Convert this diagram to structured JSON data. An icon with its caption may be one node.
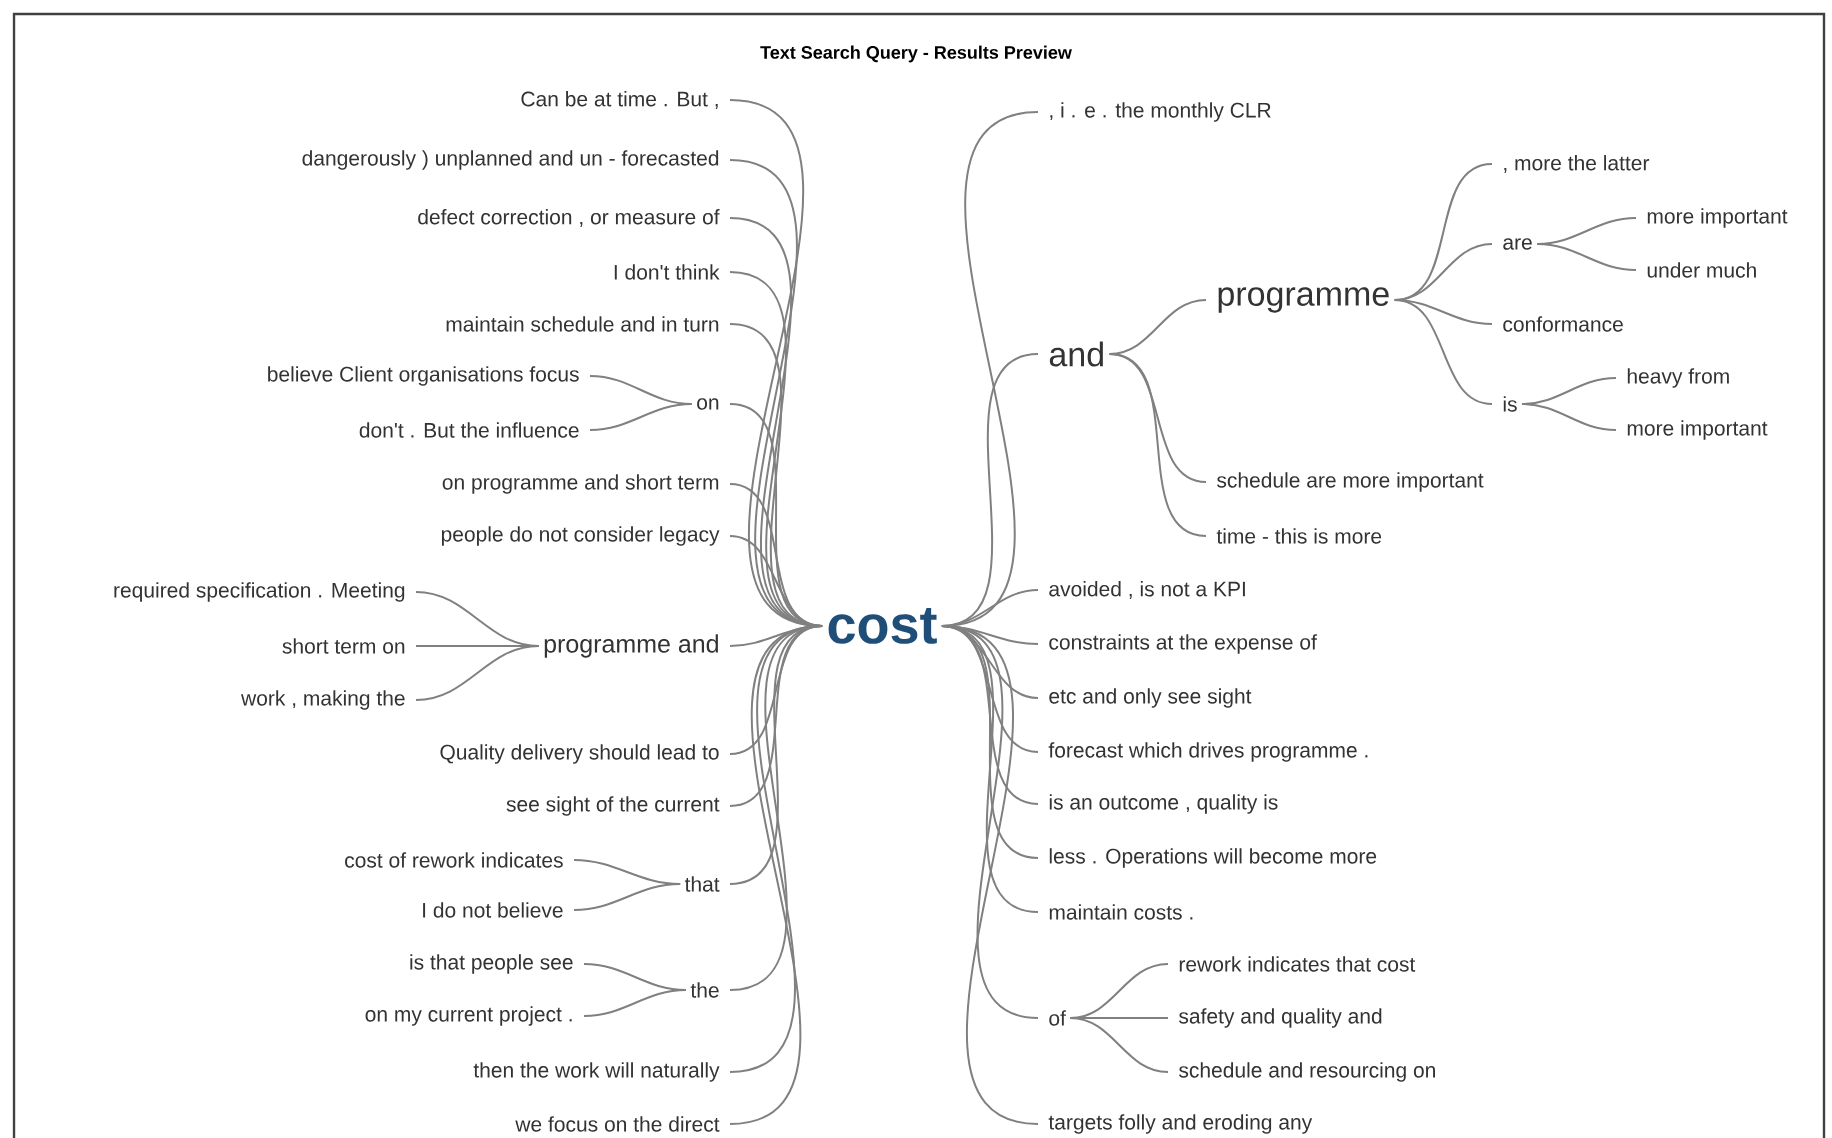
{
  "diagram": {
    "title": "Text Search Query - Results Preview",
    "nodes": [
      {
        "text": [
          "Can be at time . But ,"
        ]
      },
      {
        "text": [
          "dangerously ) unplanned and un - forecasted"
        ]
      },
      {
        "text": [
          "defect correction , or measure of"
        ]
      },
      {
        "text": [
          "I don't think"
        ]
      },
      {
        "text": [
          "maintain schedule and in turn"
        ]
      },
      {
        "text": [
          "believe Client organisations focus"
        ]
      },
      {
        "text": [
          "don't . But the influence"
        ]
      },
      {
        "text": [
          "on"
        ]
      },
      {
        "text": [
          "on programme and short term"
        ]
      },
      {
        "text": [
          "people do not consider legacy"
        ]
      },
      {
        "text": [
          "required specification . Meeting"
        ]
      },
      {
        "text": [
          "short term on"
        ]
      },
      {
        "text": [
          "work , making the"
        ]
      },
      {
        "text": [
          "programme and"
        ]
      },
      {
        "text": [
          "Quality delivery should lead to"
        ]
      },
      {
        "text": [
          "see sight of the current"
        ]
      },
      {
        "text": [
          "cost of rework indicates"
        ]
      },
      {
        "text": [
          "I do not believe"
        ]
      },
      {
        "text": [
          "that"
        ]
      },
      {
        "text": [
          "is that people see"
        ]
      },
      {
        "text": [
          "on my current project ."
        ]
      },
      {
        "text": [
          "the"
        ]
      },
      {
        "text": [
          "then the work will naturally"
        ]
      },
      {
        "text": [
          "we focus on the direct"
        ]
      },
      {
        "text": [
          "cost"
        ]
      },
      {
        "text": [
          ", i . e . the monthly CLR"
        ]
      },
      {
        "text": [
          "and"
        ]
      },
      {
        "text": [
          "programme"
        ]
      },
      {
        "text": [
          ", more the latter"
        ]
      },
      {
        "text": [
          "are"
        ]
      },
      {
        "text": [
          "more important"
        ]
      },
      {
        "text": [
          "under much"
        ]
      },
      {
        "text": [
          "conformance"
        ]
      },
      {
        "text": [
          "is"
        ]
      },
      {
        "text": [
          "heavy from"
        ]
      },
      {
        "text": [
          "more important"
        ]
      },
      {
        "text": [
          "schedule are more important"
        ]
      },
      {
        "text": [
          "time - this is more"
        ]
      },
      {
        "text": [
          "avoided , is not a KPI"
        ]
      },
      {
        "text": [
          "constraints at the expense of"
        ]
      },
      {
        "text": [
          "etc and only see sight"
        ]
      },
      {
        "text": [
          "forecast which drives programme ."
        ]
      },
      {
        "text": [
          "is an outcome , quality is"
        ]
      },
      {
        "text": [
          "less . Operations will become more"
        ]
      },
      {
        "text": [
          "maintain costs ."
        ]
      },
      {
        "text": [
          "of"
        ]
      },
      {
        "text": [
          "rework indicates that cost"
        ]
      },
      {
        "text": [
          "safety and quality and"
        ]
      },
      {
        "text": [
          "schedule and resourcing on"
        ]
      },
      {
        "text": [
          "targets folly and eroding any"
        ]
      }
    ],
    "edges": [
      {
        "from": 24,
        "to": 0,
        "arrow": "none"
      },
      {
        "from": 24,
        "to": 1,
        "arrow": "none"
      },
      {
        "from": 24,
        "to": 2,
        "arrow": "none"
      },
      {
        "from": 24,
        "to": 3,
        "arrow": "none"
      },
      {
        "from": 24,
        "to": 4,
        "arrow": "none"
      },
      {
        "from": 7,
        "to": 5,
        "arrow": "none"
      },
      {
        "from": 7,
        "to": 6,
        "arrow": "none"
      },
      {
        "from": 24,
        "to": 7,
        "arrow": "none"
      },
      {
        "from": 24,
        "to": 8,
        "arrow": "none"
      },
      {
        "from": 24,
        "to": 9,
        "arrow": "none"
      },
      {
        "from": 13,
        "to": 10,
        "arrow": "none"
      },
      {
        "from": 13,
        "to": 11,
        "arrow": "none"
      },
      {
        "from": 13,
        "to": 12,
        "arrow": "none"
      },
      {
        "from": 24,
        "to": 13,
        "arrow": "none"
      },
      {
        "from": 24,
        "to": 14,
        "arrow": "none"
      },
      {
        "from": 24,
        "to": 15,
        "arrow": "none"
      },
      {
        "from": 18,
        "to": 16,
        "arrow": "none"
      },
      {
        "from": 18,
        "to": 17,
        "arrow": "none"
      },
      {
        "from": 24,
        "to": 18,
        "arrow": "none"
      },
      {
        "from": 21,
        "to": 19,
        "arrow": "none"
      },
      {
        "from": 21,
        "to": 20,
        "arrow": "none"
      },
      {
        "from": 24,
        "to": 21,
        "arrow": "none"
      },
      {
        "from": 24,
        "to": 22,
        "arrow": "none"
      },
      {
        "from": 24,
        "to": 23,
        "arrow": "none"
      },
      {
        "from": 24,
        "to": 25,
        "arrow": "none"
      },
      {
        "from": 24,
        "to": 26,
        "arrow": "none"
      },
      {
        "from": 26,
        "to": 27,
        "arrow": "none"
      },
      {
        "from": 27,
        "to": 28,
        "arrow": "none"
      },
      {
        "from": 27,
        "to": 29,
        "arrow": "none"
      },
      {
        "from": 29,
        "to": 30,
        "arrow": "none"
      },
      {
        "from": 29,
        "to": 31,
        "arrow": "none"
      },
      {
        "from": 27,
        "to": 32,
        "arrow": "none"
      },
      {
        "from": 27,
        "to": 33,
        "arrow": "none"
      },
      {
        "from": 33,
        "to": 34,
        "arrow": "none"
      },
      {
        "from": 33,
        "to": 35,
        "arrow": "none"
      },
      {
        "from": 26,
        "to": 36,
        "arrow": "none"
      },
      {
        "from": 26,
        "to": 37,
        "arrow": "none"
      },
      {
        "from": 24,
        "to": 38,
        "arrow": "none"
      },
      {
        "from": 24,
        "to": 39,
        "arrow": "none"
      },
      {
        "from": 24,
        "to": 40,
        "arrow": "none"
      },
      {
        "from": 24,
        "to": 41,
        "arrow": "none"
      },
      {
        "from": 24,
        "to": 42,
        "arrow": "none"
      },
      {
        "from": 24,
        "to": 43,
        "arrow": "none"
      },
      {
        "from": 24,
        "to": 44,
        "arrow": "none"
      },
      {
        "from": 24,
        "to": 45,
        "arrow": "none"
      },
      {
        "from": 45,
        "to": 46,
        "arrow": "none"
      },
      {
        "from": 45,
        "to": 47,
        "arrow": "none"
      },
      {
        "from": 45,
        "to": 48,
        "arrow": "none"
      },
      {
        "from": 24,
        "to": 49,
        "arrow": "none"
      }
    ]
  }
}
